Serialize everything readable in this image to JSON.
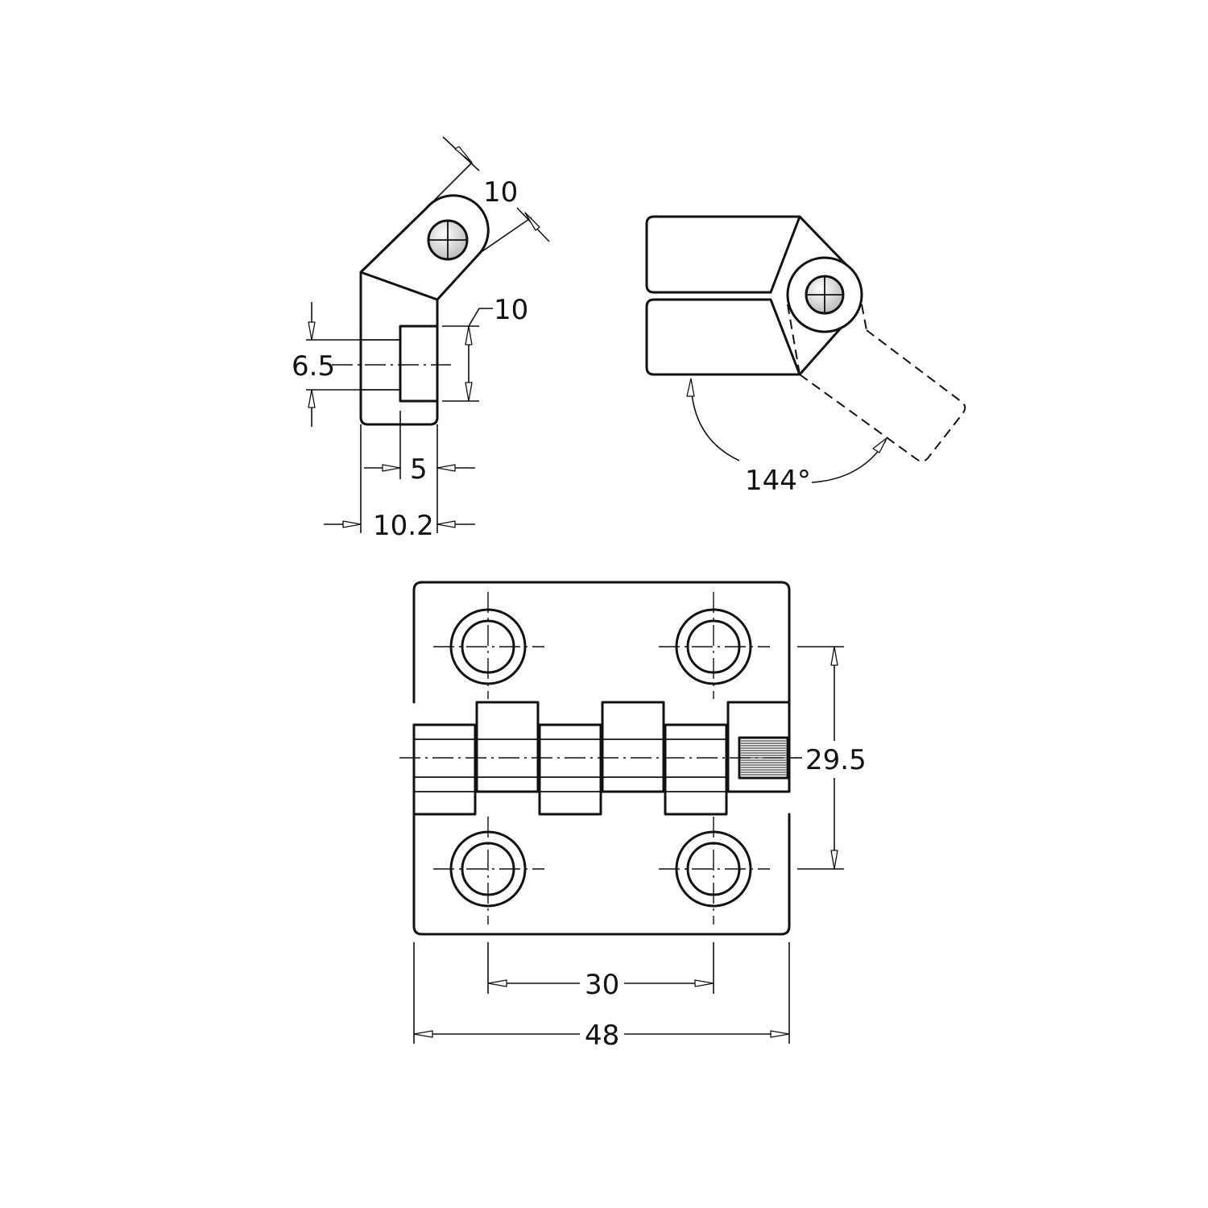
{
  "dimensions": {
    "side_top_width": "10",
    "side_top_offset": "10",
    "side_bore": "6.5",
    "side_step": "5",
    "side_thickness": "10.2",
    "open_angle": "144°",
    "hole_pitch_vertical": "29.5",
    "hole_pitch_horizontal": "30",
    "overall_width": "48"
  }
}
